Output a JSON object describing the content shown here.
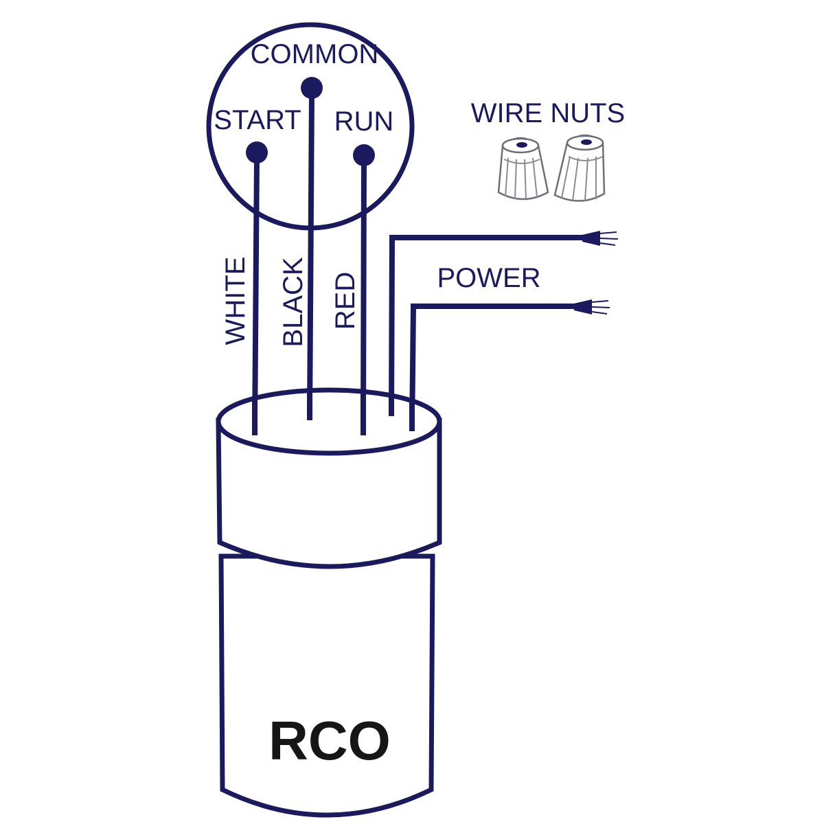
{
  "terminals": {
    "common": "COMMON",
    "start": "START",
    "run": "RUN"
  },
  "wires": {
    "white": "WHITE",
    "black": "BLACK",
    "red": "RED"
  },
  "power_label": "POWER",
  "wire_nuts_label": "WIRE NUTS",
  "device_label": "RCO",
  "colors": {
    "line": "#1c1a5e",
    "text": "#1c1a5e",
    "brand_text": "#161616",
    "background": "#ffffff"
  }
}
